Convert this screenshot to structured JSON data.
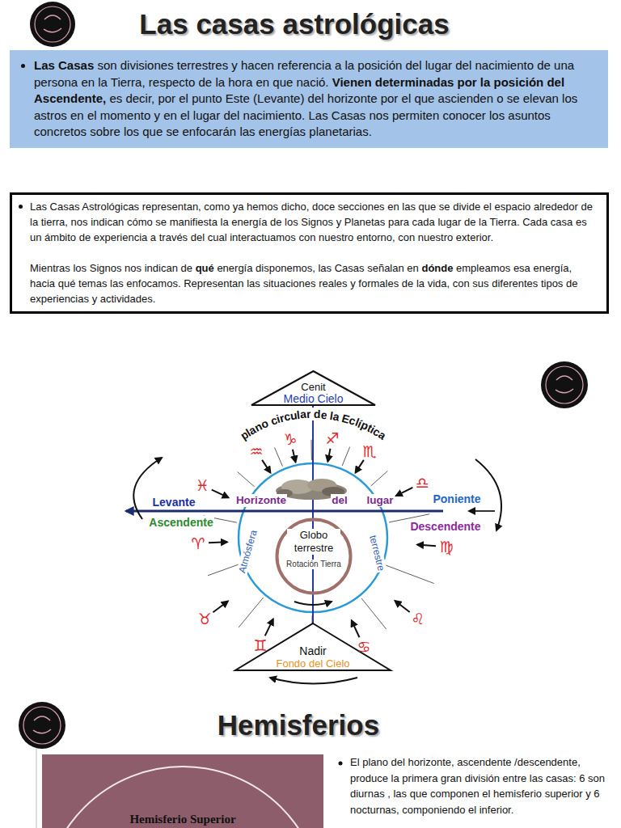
{
  "diagram": {
    "title": "Las casas astrológicas",
    "nodes": [
      {
        "text": [
          "Las Casas son divisiones terrestres y hacen referencia a la posición del lugar del nacimiento de una persona en la Tierra, respecto de la hora en que nació. Vienen determinadas por la posición del Ascendente, es decir, por el punto Este (Levante) del horizonte por el que ascienden o se elevan los astros en el momento y en el lugar del nacimiento. Las Casas nos permiten conocer los asuntos concretos sobre los que se enfocarán las energías planetarias."
        ]
      },
      {
        "text": [
          "Las Casas Astrológicas representan, como ya hemos dicho, doce secciones en las que se divide el espacio alrededor de la tierra, nos indican cómo se manifiesta la energía de los Signos y Planetas para cada lugar de la Tierra. Cada casa es un ámbito de experiencia a través del cual interactuamos con nuestro entorno, con nuestro exterior.",
          "Mientras los Signos nos indican de qué energía disponemos, las Casas señalan en dónde empleamos esa energía, hacia qué temas las enfocamos. Representan las situaciones reales y formales de la vida, con sus diferentes tipos de experiencias y actividades."
        ]
      },
      {
        "text": [
          "Cenit",
          "Medio Cielo"
        ]
      },
      {
        "text": [
          "Nadir",
          "Fondo del Cielo"
        ]
      },
      {
        "text": [
          "Globo terrestre",
          "Rotación Tierra"
        ]
      },
      {
        "text": [
          "Hemisferio Superior"
        ]
      }
    ],
    "labels": [
      "plano circular de la Eclíptica",
      "♒",
      "♑",
      "♐",
      "♏",
      "♓",
      "♎",
      "Levante",
      "Poniente",
      "Horizonte",
      "del",
      "lugar",
      "Ascendente",
      "Descendente",
      "♈",
      "♍",
      "Atmósfera",
      "terrestre",
      "♉",
      "♌",
      "♊",
      "♋",
      "Hemisferios",
      "El plano del horizonte, ascendente /descendente, produce la primera gran división entre las casas: 6 son diurnas , las que componen el hemisferio superior y 6 nocturnas, componiendo el inferior."
    ]
  }
}
